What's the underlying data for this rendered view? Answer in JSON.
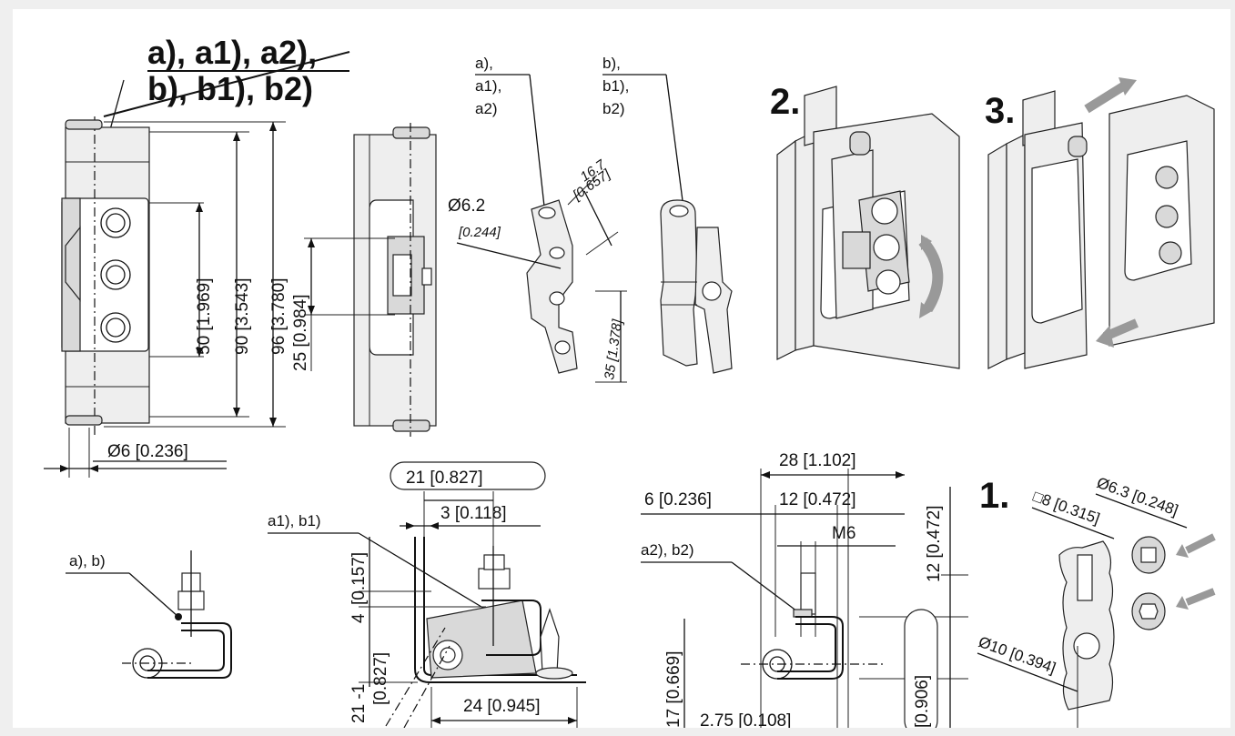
{
  "callouts": {
    "main_line1": "a), a1), a2),",
    "main_line2": "b), b1), b2)",
    "iso_a_line1": "a),",
    "iso_a_line2": "a1),",
    "iso_a_line3": "a2)",
    "iso_b_line1": "b),",
    "iso_b_line2": "b1),",
    "iso_b_line3": "b2)",
    "section_ab": "a), b)",
    "section_a1b1": "a1), b1)",
    "section_a2b2": "a2), b2)"
  },
  "steps": {
    "step1": "1.",
    "step2": "2.",
    "step3": "3."
  },
  "dimensions": {
    "d_50": "50 [1.969]",
    "d_90": "90 [3.543]",
    "d_96": "96 [3.780]",
    "d_25": "25 [0.984]",
    "d_dia6": "Ø6 [0.236]",
    "d_dia62_a": "Ø6.2",
    "d_dia62_b": "[0.244]",
    "d_167_a": "16.7",
    "d_167_b": "[0.657]",
    "d_35": "35 [1.378]",
    "d_21": "21 [0.827]",
    "d_3": "3 [0.118]",
    "d_4": "4",
    "d_0157": "[0.157]",
    "d_21m1": "21 -1",
    "d_0827": "[0.827]",
    "d_24": "24 [0.945]",
    "d_28": "28 [1.102]",
    "d_6": "6 [0.236]",
    "d_12h": "12 [0.472]",
    "d_m6": "M6",
    "d_12v": "12 [0.472]",
    "d_17": "17 [0.669]",
    "d_0906": "[0.906]",
    "d_275": "2.75 [0.108]",
    "d_sq8": "□8 [0.315]",
    "d_dia63": "Ø6.3 [0.248]",
    "d_dia10": "Ø10 [0.394]"
  }
}
